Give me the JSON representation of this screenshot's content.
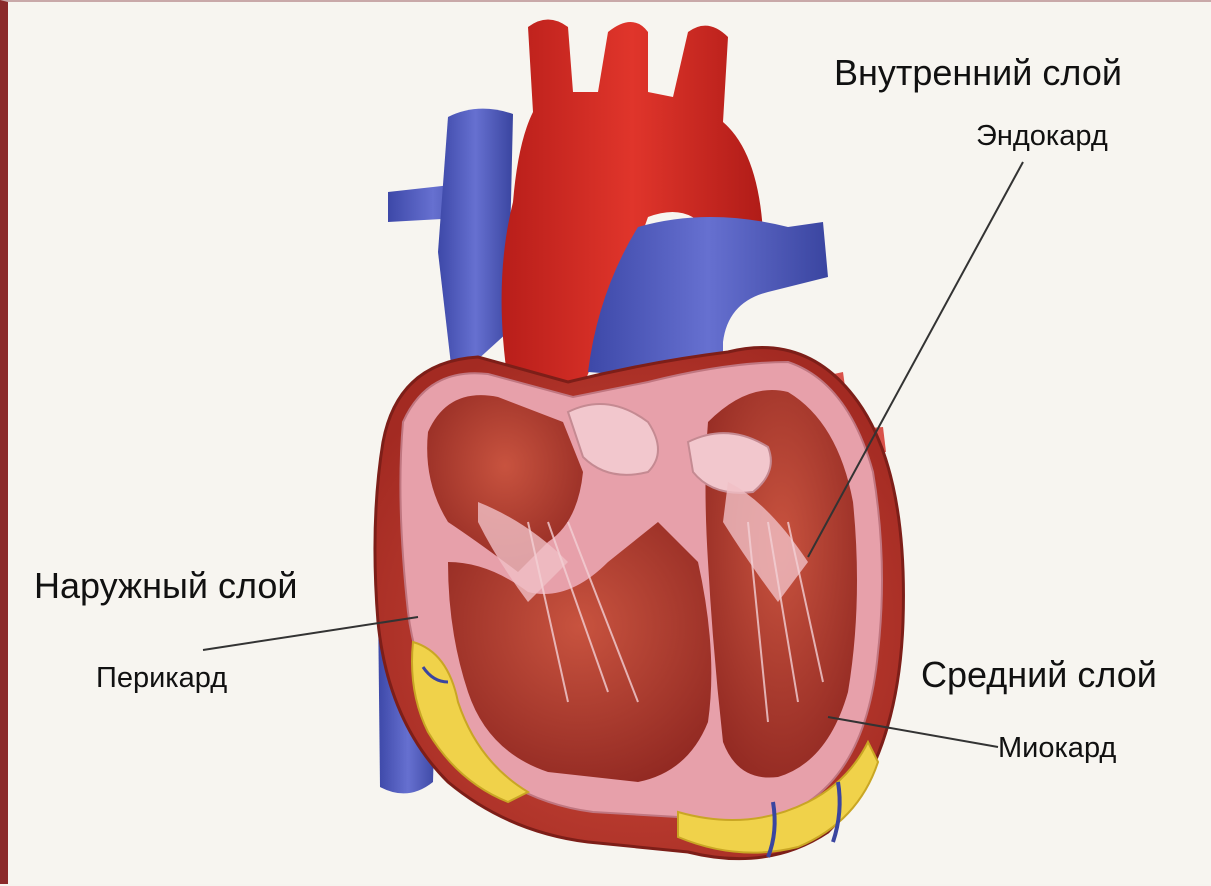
{
  "labels": {
    "inner_layer": "Внутренний слой",
    "endocardium": "Эндокард",
    "outer_layer": "Наружный слой",
    "pericardium": "Перикард",
    "middle_layer": "Средний слой",
    "myocardium": "Миокард"
  },
  "colors": {
    "artery_red": "#c8261f",
    "vein_blue": "#4b55b8",
    "muscle_red": "#b8362c",
    "inner_pink": "#e89aa6",
    "fat_yellow": "#f0d24a",
    "background": "#f7f5f0",
    "frame": "#8b2a2a"
  }
}
